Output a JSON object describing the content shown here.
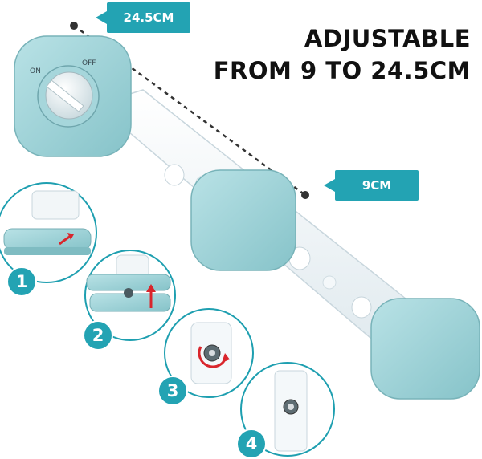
{
  "headline": {
    "line1": "ADJUSTABLE",
    "line2": "FROM 9 TO 24.5CM"
  },
  "length_tags": {
    "long": "24.5CM",
    "short": "9CM"
  },
  "knob": {
    "on_label": "ON",
    "off_label": "OFF"
  },
  "steps": [
    {
      "number": "1"
    },
    {
      "number": "2"
    },
    {
      "number": "3"
    },
    {
      "number": "4"
    }
  ],
  "colors": {
    "accent": "#23a3b3",
    "product_blue": "#9fd3d8",
    "strap_white": "#eef4f7",
    "arrow_red": "#d9262c"
  }
}
